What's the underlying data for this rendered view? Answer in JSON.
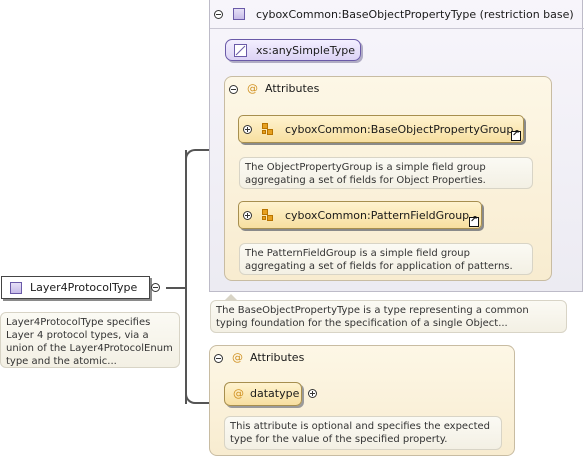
{
  "root": {
    "name": "Layer4ProtocolType",
    "description": "Layer4ProtocolType specifies Layer 4 protocol types, via a union of the Layer4ProtocolEnum type and the atomic..."
  },
  "restriction": {
    "title": "cyboxCommon:BaseObjectPropertyType (restriction base)",
    "base_type": "xs:anySimpleType",
    "attributes_label": "Attributes",
    "groups": [
      {
        "name": "cyboxCommon:BaseObjectPropertyGroup",
        "description": "The ObjectPropertyGroup is a simple field group aggregating a set of fields for Object Properties."
      },
      {
        "name": "cyboxCommon:PatternFieldGroup",
        "description": "The PatternFieldGroup is a simple field group aggregating a set of fields for application of patterns."
      }
    ],
    "description": "The BaseObjectPropertyType is a type representing a common typing foundation for the specification of a single Object..."
  },
  "attributes": {
    "label": "Attributes",
    "items": [
      {
        "name": "datatype",
        "description": "This attribute is optional and specifies the expected type for the value of the specified property."
      }
    ]
  },
  "colors": {
    "gold_accent": "#d09020",
    "purple_accent": "#6a5aa8",
    "connector": "#555555"
  }
}
